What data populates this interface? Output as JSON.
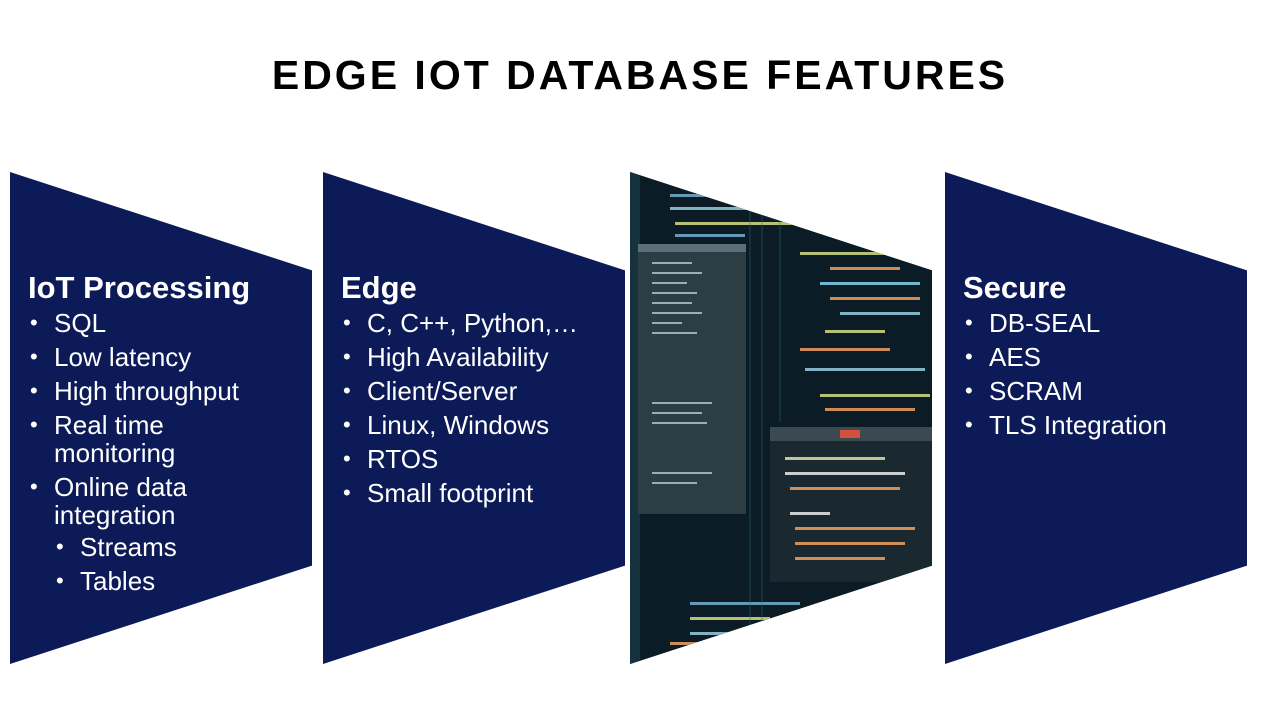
{
  "title": "EDGE IOT DATABASE FEATURES",
  "colors": {
    "panel": "#0c1a57",
    "text": "#ffffff",
    "title": "#000000"
  },
  "panels": [
    {
      "title": "IoT Processing",
      "items": [
        "SQL",
        "Low latency",
        "High throughput",
        "Real time monitoring",
        "Online data integration"
      ],
      "subitems": [
        "Streams",
        "Tables"
      ]
    },
    {
      "title": "Edge",
      "items": [
        "C, C++, Python,…",
        "High Availability",
        "Client/Server",
        "Linux, Windows",
        "RTOS",
        "Small footprint"
      ]
    },
    {
      "image": "source-code-screenshot"
    },
    {
      "title": "Secure",
      "items": [
        "DB-SEAL",
        "AES",
        "SCRAM",
        "TLS Integration"
      ]
    }
  ]
}
